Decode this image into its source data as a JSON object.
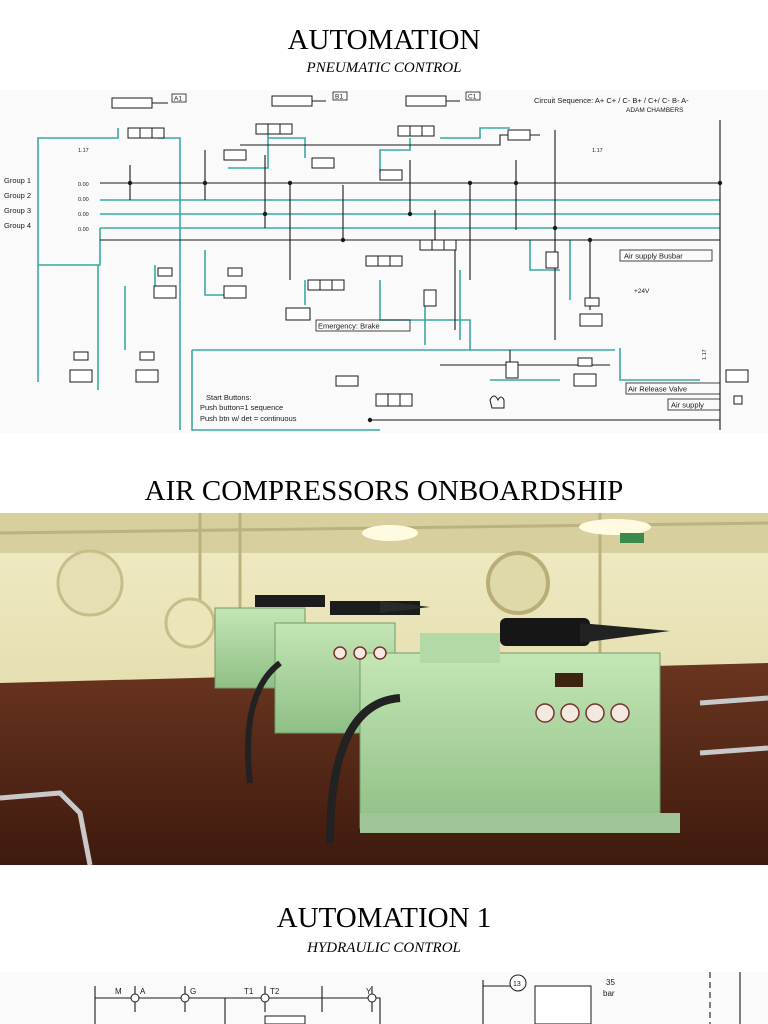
{
  "section1": {
    "title": "AUTOMATION",
    "subtitle": "PNEUMATIC CONTROL"
  },
  "pneumatic_diagram": {
    "circuit_sequence": "Circuit Sequence: A+ C+ / C- B+ / C+/ C- B- A-",
    "author": "ADAM    CHAMBERS",
    "cylinder_labels": [
      "A1",
      "B1",
      "C1"
    ],
    "groups": [
      "Group 1",
      "Group 2",
      "Group 3",
      "Group 4"
    ],
    "air_supply_busbar": "Air supply Busbar",
    "voltage": "+24V",
    "emergency_brake": "Emergency:   Brake",
    "air_release_valve": "Air Release Valve",
    "air_supply": "Air supply",
    "start_buttons_title": "Start  Buttons:",
    "start_button_1": "Push  button=1  sequence",
    "start_button_2": "Push btn w/ det  = continuous",
    "valve_numbers": [
      "1.17",
      "1.17",
      "1.17"
    ],
    "group_values": [
      "0.00",
      "0.00",
      "0.00",
      "0.00"
    ]
  },
  "section2": {
    "title": "AIR COMPRESSORS ONBOARDSHIP"
  },
  "section3": {
    "title": "AUTOMATION 1",
    "subtitle": "HYDRAULIC CONTROL"
  },
  "hydraulic_diagram": {
    "labels": [
      "M",
      "A",
      "G",
      "T1",
      "T2",
      "Y"
    ],
    "component_number": "13",
    "pressure_value": "35",
    "pressure_unit": "bar"
  },
  "colors": {
    "pipe_teal": "#3aa9a0",
    "line_black": "#1a1a1a",
    "machine_green": "#a9d3a0",
    "floor_brown": "#5a2a18",
    "wall_cream": "#e8e2b8"
  }
}
